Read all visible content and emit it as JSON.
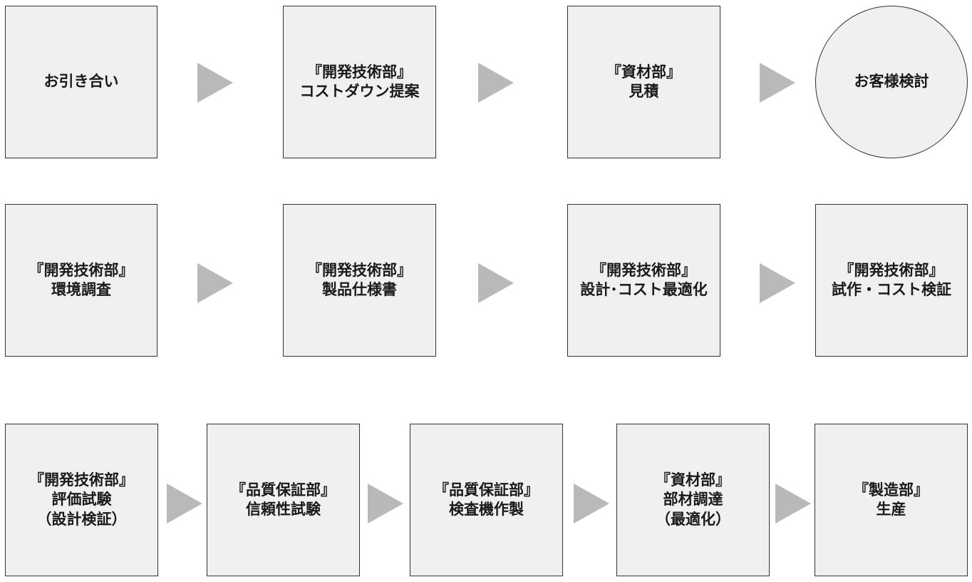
{
  "colors": {
    "box_fill": "#f0f0f0",
    "box_border": "#333333",
    "arrow": "#b9b9b9",
    "text": "#1a1a1a"
  },
  "nodes": {
    "inquiry": "お引き合い",
    "cost_down_proposal": "『開発技術部』\nコストダウン提案",
    "estimate": "『資材部』\n見積",
    "customer_review": "お客様検討",
    "environment_survey": "『開発技術部』\n環境調査",
    "product_spec": "『開発技術部』\n製品仕様書",
    "design_cost_opt": "『開発技術部』\n設計･コスト最適化",
    "prototype_cost_verify": "『開発技術部』\n試作・コスト検証",
    "evaluation_test": "『開発技術部』\n評価試験\n（設計検証）",
    "reliability_test": "『品質保証部』\n信頼性試験",
    "inspection_machine": "『品質保証部』\n検査機作製",
    "parts_procurement": "『資材部』\n部材調達\n（最適化）",
    "production": "『製造部』\n生産"
  }
}
